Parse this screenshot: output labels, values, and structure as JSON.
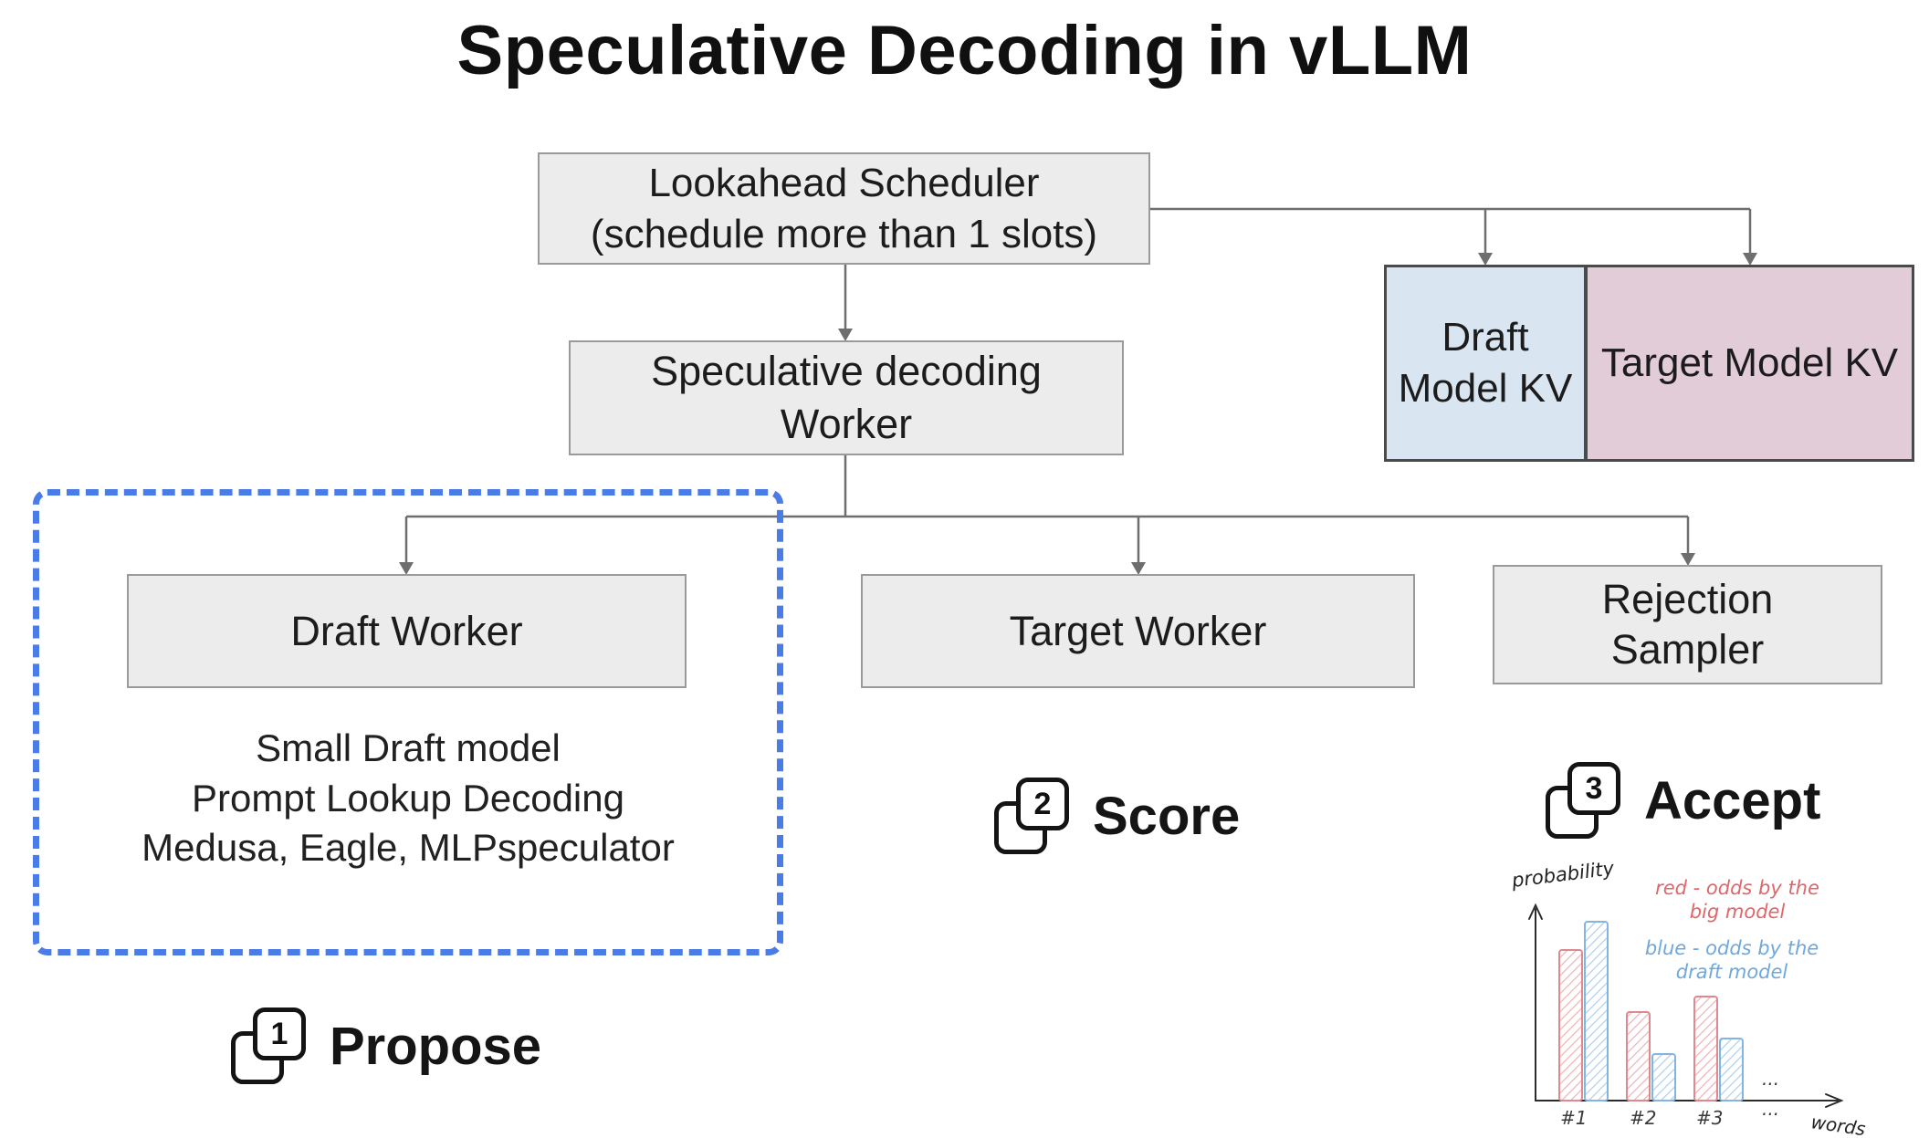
{
  "title": "Speculative Decoding in vLLM",
  "nodes": {
    "lookahead_scheduler": {
      "line1": "Lookahead Scheduler",
      "line2": "(schedule more than 1 slots)"
    },
    "spec_decoding_worker": {
      "line1": "Speculative decoding",
      "line2": "Worker"
    },
    "draft_model_kv": {
      "label": "Draft Model KV"
    },
    "target_model_kv": {
      "label": "Target Model KV"
    },
    "draft_worker": {
      "label": "Draft Worker"
    },
    "target_worker": {
      "label": "Target Worker"
    },
    "rejection_sampler": {
      "line1": "Rejection",
      "line2": "Sampler"
    }
  },
  "draft_methods": [
    "Small Draft model",
    "Prompt Lookup Decoding",
    "Medusa, Eagle, MLPspeculator"
  ],
  "steps": [
    {
      "num": "1",
      "label": "Propose"
    },
    {
      "num": "2",
      "label": "Score"
    },
    {
      "num": "3",
      "label": "Accept"
    }
  ],
  "colors": {
    "propose_outline": "#4a7ce8",
    "node_fill": "#ececec",
    "node_border": "#9a9a9a",
    "draft_kv_fill": "#d9e5f1",
    "target_kv_fill": "#e2ccd7",
    "connector": "#6e6e6e",
    "chart_red": "#e0666a",
    "chart_blue": "#6fa8dc"
  },
  "chart_data": {
    "type": "bar",
    "title": "",
    "ylabel": "probability",
    "xlabel": "words",
    "categories": [
      "#1",
      "#2",
      "#3"
    ],
    "series": [
      {
        "name": "red - odds by the big model",
        "color": "#e0666a",
        "values": [
          0.75,
          0.44,
          0.52
        ]
      },
      {
        "name": "blue - odds by the draft model",
        "color": "#6fa8dc",
        "values": [
          0.89,
          0.23,
          0.31
        ]
      }
    ],
    "legend": [
      {
        "lines": [
          "red - odds by the",
          "big model"
        ],
        "color": "#e0666a"
      },
      {
        "lines": [
          "blue - odds by the",
          "draft model"
        ],
        "color": "#6fa8dc"
      }
    ],
    "ellipsis": "...",
    "ylim": [
      0,
      1
    ],
    "grid": false,
    "legend_position": "top-right",
    "style": "hand-drawn hatched bars"
  }
}
